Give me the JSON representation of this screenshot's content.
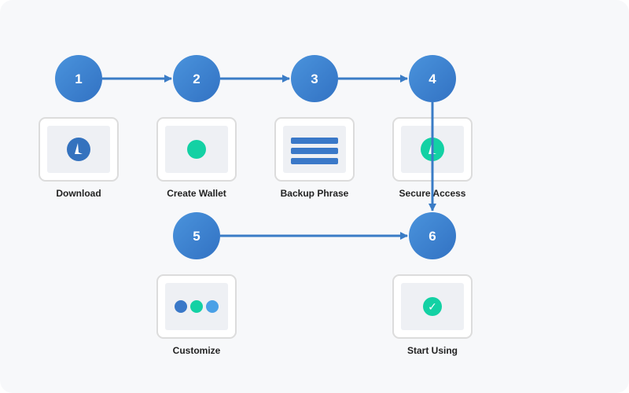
{
  "colors": {
    "circle_top": "#4a93dc",
    "circle_bottom": "#3272c3",
    "arrow": "#3a7cc6",
    "accent_green": "#13d1a4",
    "accent_blue": "#3a78c8",
    "accent_light_blue": "#4aa0e6",
    "card_border": "#dcdcdc",
    "card_inner": "#eef0f4",
    "label_text": "#222222"
  },
  "steps": [
    {
      "number": "1",
      "label": "Download",
      "icon": "download-arrow-icon"
    },
    {
      "number": "2",
      "label": "Create Wallet",
      "icon": "green-dot-icon"
    },
    {
      "number": "3",
      "label": "Backup Phrase",
      "icon": "phrase-lines-icon"
    },
    {
      "number": "4",
      "label": "Secure Access",
      "icon": "secure-shield-icon"
    },
    {
      "number": "5",
      "label": "Customize",
      "icon": "color-dots-icon"
    },
    {
      "number": "6",
      "label": "Start Using",
      "icon": "check-icon"
    }
  ],
  "check_glyph": "✓"
}
